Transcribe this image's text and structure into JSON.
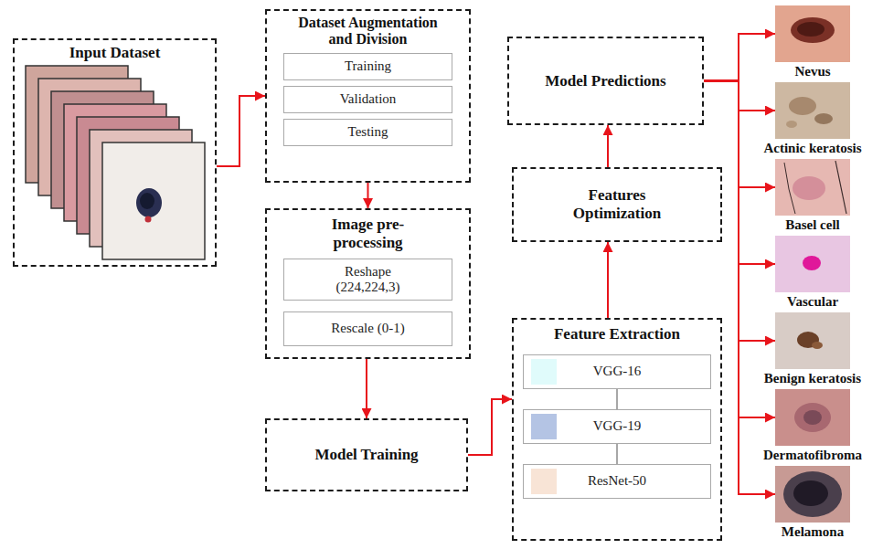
{
  "diagram": {
    "nodes": [
      {
        "text": [
          "Input Dataset"
        ]
      },
      {
        "text": [
          "Dataset Augmentation and Division"
        ]
      },
      {
        "text": [
          "Training"
        ],
        "in": 1
      },
      {
        "text": [
          "Validation"
        ],
        "in": 1
      },
      {
        "text": [
          "Testing"
        ],
        "in": 1
      },
      {
        "text": [
          "Image pre-processing"
        ]
      },
      {
        "text": [
          "Reshape (224,224,3)"
        ],
        "in": 5
      },
      {
        "text": [
          "Rescale (0-1)"
        ],
        "in": 5
      },
      {
        "text": [
          "Model Training"
        ]
      },
      {
        "text": [
          "Feature Extraction"
        ]
      },
      {
        "text": [
          "VGG-16"
        ],
        "in": 9
      },
      {
        "text": [
          "VGG-19"
        ],
        "in": 9
      },
      {
        "text": [
          "ResNet-50"
        ],
        "in": 9
      },
      {
        "text": [
          "Features Optimization"
        ]
      },
      {
        "text": [
          "Model Predictions"
        ]
      },
      {
        "text": [
          "Nevus"
        ]
      },
      {
        "text": [
          "Actinic keratosis"
        ]
      },
      {
        "text": [
          "Basel cell"
        ]
      },
      {
        "text": [
          "Vascular"
        ]
      },
      {
        "text": [
          "Benign keratosis"
        ]
      },
      {
        "text": [
          "Dermatofibroma"
        ]
      },
      {
        "text": [
          "Melamona"
        ]
      }
    ],
    "edges": [
      {
        "from": 0,
        "to": 1,
        "arrow": "to"
      },
      {
        "from": 1,
        "to": 5,
        "arrow": "to"
      },
      {
        "from": 5,
        "to": 8,
        "arrow": "to"
      },
      {
        "from": 8,
        "to": 9,
        "arrow": "to"
      },
      {
        "from": 10,
        "to": 11,
        "arrow": "none"
      },
      {
        "from": 11,
        "to": 12,
        "arrow": "none"
      },
      {
        "from": 9,
        "to": 13,
        "arrow": "to"
      },
      {
        "from": 13,
        "to": 14,
        "arrow": "to"
      },
      {
        "from": 14,
        "to": 15,
        "arrow": "to"
      },
      {
        "from": 14,
        "to": 16,
        "arrow": "to"
      },
      {
        "from": 14,
        "to": 17,
        "arrow": "to"
      },
      {
        "from": 14,
        "to": 18,
        "arrow": "to"
      },
      {
        "from": 14,
        "to": 19,
        "arrow": "to"
      },
      {
        "from": 14,
        "to": 20,
        "arrow": "to"
      },
      {
        "from": 14,
        "to": 21,
        "arrow": "to"
      }
    ]
  }
}
